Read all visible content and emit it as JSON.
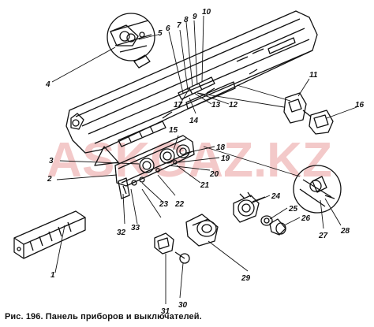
{
  "watermark": "ASKGAZ.KZ",
  "caption": "Рис. 196. Панель приборов и выключателей.",
  "callouts": [
    "1",
    "2",
    "3",
    "4",
    "5",
    "6",
    "7",
    "8",
    "9",
    "10",
    "11",
    "12",
    "13",
    "14",
    "15",
    "16",
    "17",
    "18",
    "19",
    "20",
    "21",
    "22",
    "23",
    "24",
    "25",
    "26",
    "27",
    "28",
    "29",
    "30",
    "31",
    "32",
    "33"
  ],
  "colors": {
    "ink": "#111111",
    "watermark": "#f0b8b8"
  }
}
